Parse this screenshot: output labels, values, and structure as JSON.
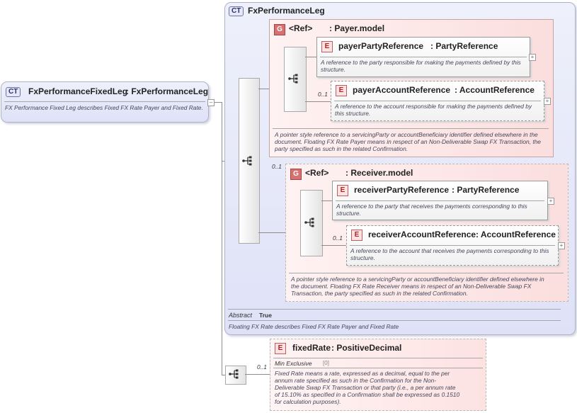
{
  "main_type": {
    "badge": "CT",
    "name": "FxPerformanceFixedLeg",
    "base": ": FxPerformanceLeg",
    "doc": "FX Performance Fixed Leg describes Fixed FX Rate Payer and Fixed Rate.",
    "collapse": "–"
  },
  "base_type": {
    "badge": "CT",
    "name": "FxPerformanceLeg",
    "abstract_label": "Abstract",
    "abstract_value": "True",
    "doc": "Floating FX Rate describes Fixed FX Rate Payer and Fixed Rate"
  },
  "payer_group": {
    "badge": "G",
    "ref": "<Ref>",
    "name": ": Payer.model",
    "doc": "A pointer style reference to a servicingParty or accountBeneficiary identifier defined elsewhere in the document. Floating FX Rate Payer means in respect of an Non-Deliverable Swap FX Transaction, the party specified as such in the related Confirmation.",
    "elements": [
      {
        "badge": "E",
        "name": "payerPartyReference",
        "type": ": PartyReference",
        "cardinality": "",
        "doc": "A reference to the party responsible for making the payments defined by this structure.",
        "expand": "+"
      },
      {
        "badge": "E",
        "name": "payerAccountReference",
        "type": ": AccountReference",
        "cardinality": "0..1",
        "doc": "A reference to the account responsible for making the payments defined by this structure.",
        "expand": "+"
      }
    ]
  },
  "receiver_group": {
    "badge": "G",
    "ref": "<Ref>",
    "name": ": Receiver.model",
    "cardinality": "0..1",
    "doc": "A pointer style reference to a servicingParty or accountBeneficiary identifier defined elsewhere in the document. Floating FX Rate Receiver means in respect of an Non-Deliverable Swap FX Transaction, the party specified as such in the related Confirmation.",
    "elements": [
      {
        "badge": "E",
        "name": "receiverPartyReference",
        "type": ": PartyReference",
        "cardinality": "",
        "doc": "A reference to the party that receives the payments corresponding to this structure.",
        "expand": "+"
      },
      {
        "badge": "E",
        "name": "receiverAccountReference",
        "type": ": AccountReference",
        "cardinality": "0..1",
        "doc": "A reference to the account that receives the payments corresponding to this structure.",
        "expand": "+"
      }
    ]
  },
  "fixed_rate": {
    "badge": "E",
    "name": "fixedRate",
    "type": ": PositiveDecimal",
    "cardinality": "0..1",
    "facet_label": "Min Exclusive",
    "facet_value": "[0]",
    "doc": "Fixed Rate means a rate, expressed as a decimal, equal to the per annum rate specified as such in the Confirmation for the Non-Deliverable Swap FX Transaction or that party (i.e., a per annum rate of 15.10% as specified in a Confirmation shall be expressed as 0.1510 for calculation purposes)."
  },
  "icons": {
    "sequence": "sequence-compositor-icon"
  }
}
